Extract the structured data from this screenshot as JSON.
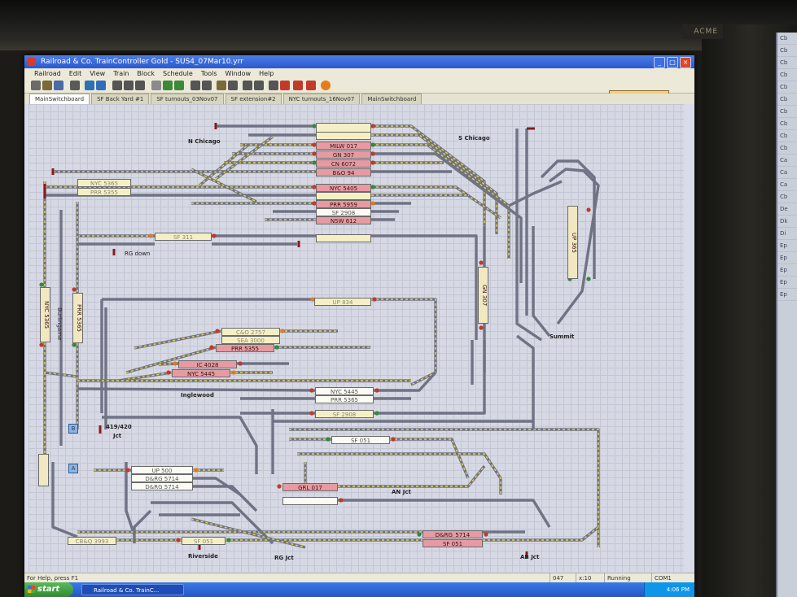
{
  "window": {
    "title": "Railroad & Co. TrainController Gold - SUS4_07Mar10.yrr",
    "min": "_",
    "max": "□",
    "close": "×"
  },
  "bezel_label": "ACME",
  "menu": [
    "Railroad",
    "Edit",
    "View",
    "Train",
    "Block",
    "Schedule",
    "Tools",
    "Window",
    "Help"
  ],
  "brand": "GOLD",
  "tabs": [
    "MainSwitchboard",
    "SF Back Yard #1",
    "SF turnouts_03Nov07",
    "SF extension#2",
    "NYC turnouts_16Nov07",
    "MainSwitchboard"
  ],
  "blocks": {
    "milw017": "MILW 017",
    "gn307a": "GN 307",
    "cn6072": "CN 6072",
    "bo94": "B&O 94",
    "nyc5405": "NYC 5405",
    "prr5959": "PRR 5959",
    "sf2908a": "SF 2908",
    "nsw612": "NSW 612",
    "nyc5365": "NYC 5365",
    "prr5355a": "PRR 5355",
    "sf311": "SF 311",
    "up834": "UP 834",
    "co2757": "C&O 2757",
    "sea3000": "SEA 3000",
    "prr5355b": "PRR 5355",
    "ic4028": "IC 4028",
    "nyc5445a": "NYC 5445",
    "nyc5445b": "NYC 5445",
    "prr5365": "PRR 5365",
    "sf2908b": "SF 2908",
    "sf051a": "SF 051",
    "up500": "UP 500",
    "drg5714a": "D&RG 5714",
    "drg5714b": "D&RG 5714",
    "grl017": "GRL 017",
    "cbq3993": "CB&Q 3993",
    "sf051b": "SF 051",
    "drg5714c": "D&RG_5714",
    "sf051c": "SF 051",
    "up365": "UP 365",
    "gn307b": "GN 307",
    "nyc5365v": "NYC 5365",
    "prr5365v": "PRR 5365"
  },
  "labels": {
    "nchicago": "N Chicago",
    "schicago": "S Chicago",
    "rgdown": "RG down",
    "summit": "Summit",
    "burlingame": "Burlingame",
    "inglewood": "Inglewood",
    "jct419": "419/420",
    "jct": "Jct",
    "anjct": "AN Jct",
    "riverside": "Riverside",
    "rgjct": "RG Jct",
    "abjct": "AB Jct",
    "markerB": "B",
    "markerA": "A"
  },
  "status": {
    "left": "For Help, press F1",
    "c1": "047",
    "c2": "x:10",
    "c3": "Running",
    "c4": "COM1"
  },
  "taskbar": {
    "start": "start",
    "item": "Railroad & Co. TrainC...",
    "clock": "4:06 PM"
  },
  "side_window_rows": [
    "Cb",
    "Cb",
    "Cb",
    "Cb",
    "Cb",
    "Cb",
    "Cb",
    "Cb",
    "Cb",
    "Cb",
    "Ca",
    "Ca",
    "Ca",
    "Cb",
    "De",
    "Dk",
    "Di",
    "Ep",
    "Ep",
    "Ep",
    "Ep",
    "Ep"
  ],
  "colors": {
    "track": "#6f7384",
    "track_active": "#e8d44a",
    "block_occupied": "#e79aa2",
    "block_free": "#f4efc4",
    "signal_red": "#c0392b",
    "signal_green": "#2e8b3d",
    "signal_orange": "#e07a1f"
  }
}
